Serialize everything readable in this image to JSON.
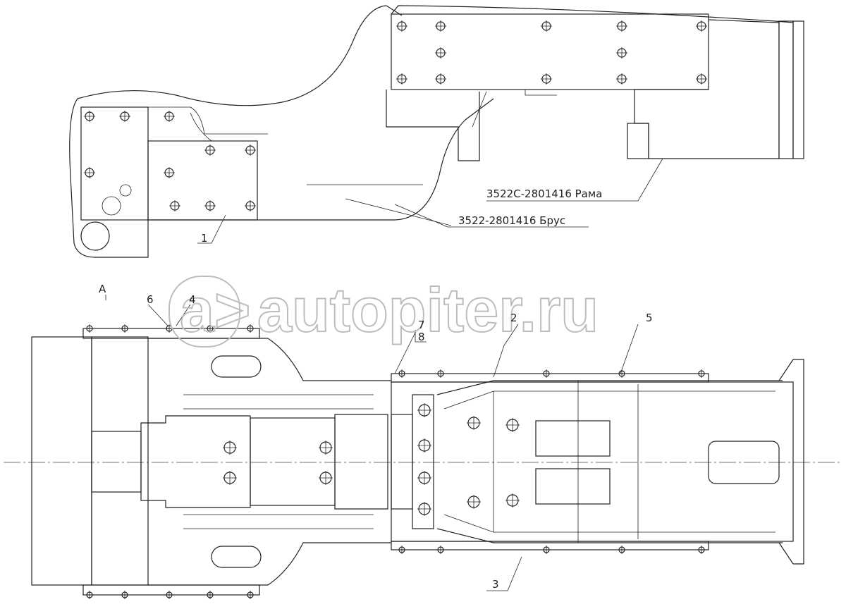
{
  "drawing": {
    "title_frame_label": "3522C-2801416 Рама",
    "title_beam_label": "3522-2801416 Брус",
    "view_label": "A",
    "callouts": [
      "1",
      "2",
      "3",
      "4",
      "5",
      "6",
      "7",
      "8"
    ]
  },
  "watermark": {
    "text": "autopiter.ru",
    "logo_text": "a>"
  },
  "colors": {
    "line": "#222222",
    "watermark": "#bdbdbd"
  }
}
